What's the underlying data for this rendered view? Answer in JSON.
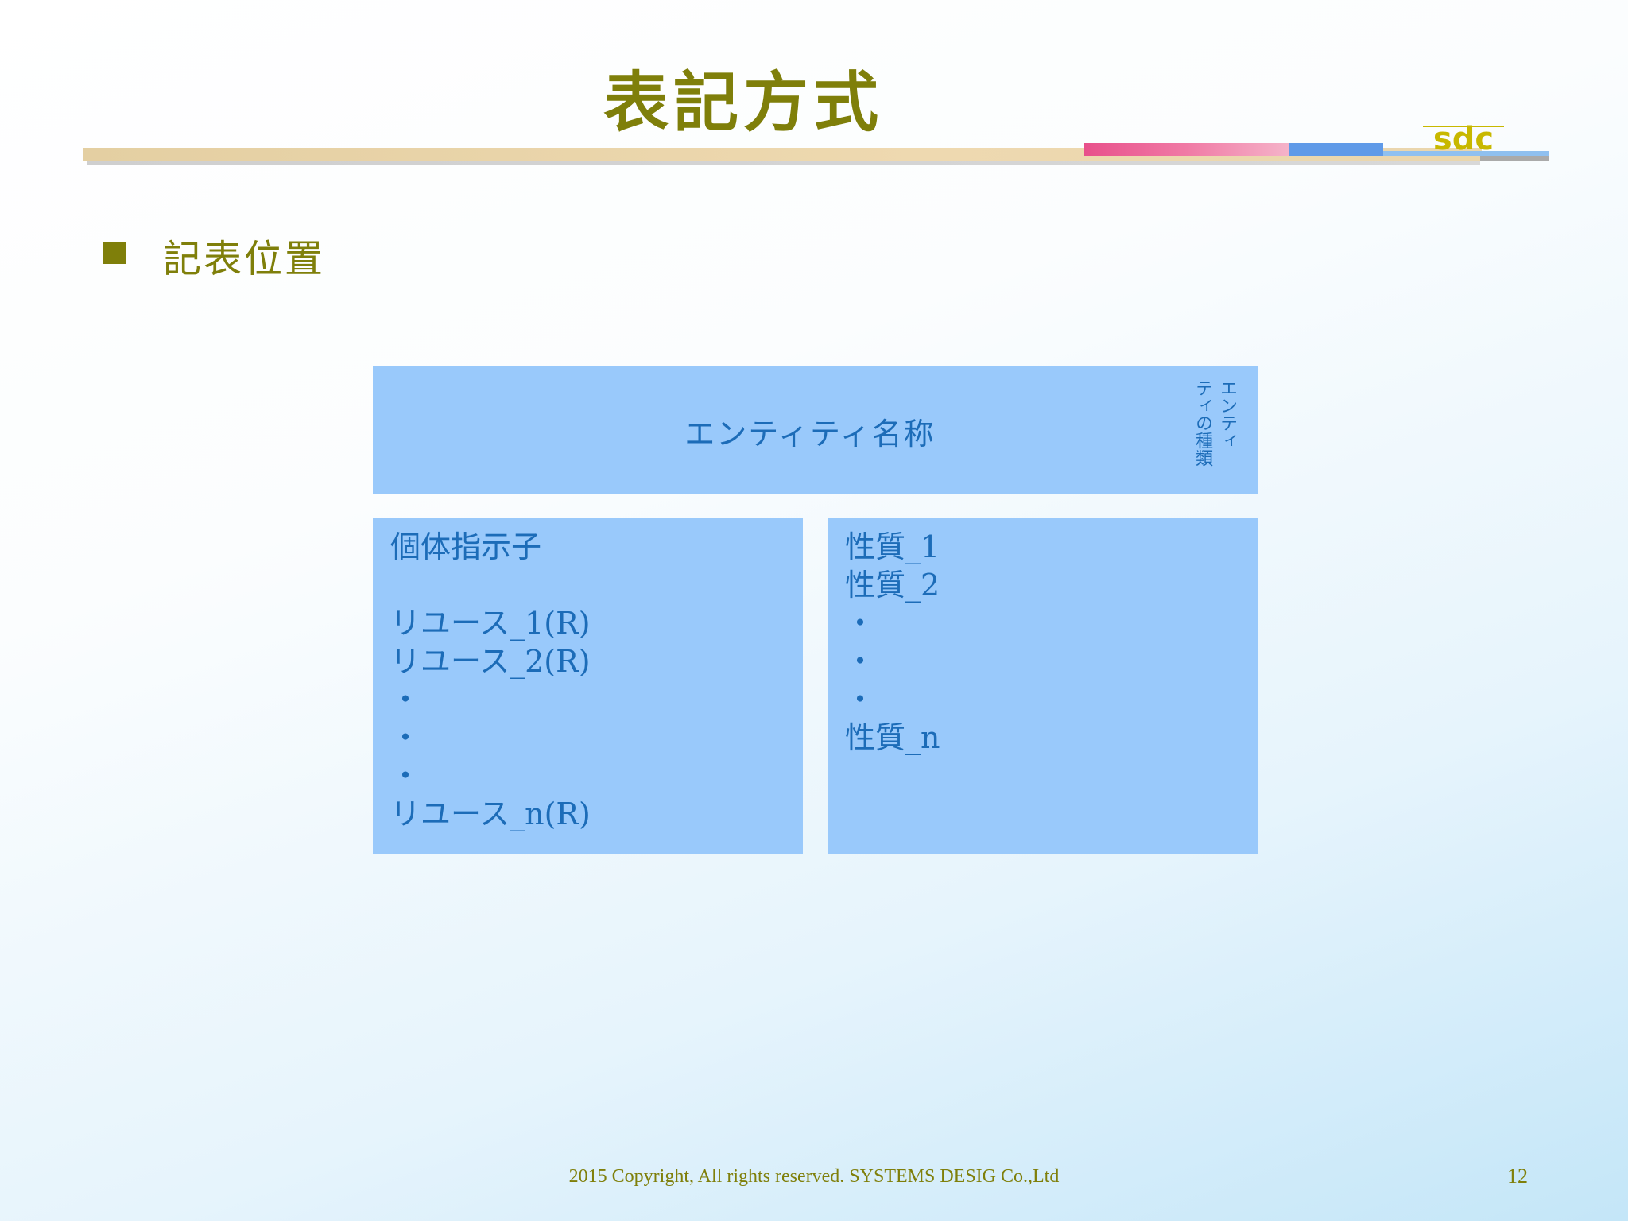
{
  "slide": {
    "title": "表記方式",
    "bullet": "記表位置",
    "logo_text": "sdc",
    "footer": "2015 Copyright, All rights reserved. SYSTEMS DESIG Co.,Ltd",
    "page_number": "12"
  },
  "entity": {
    "name": "エンティティ名称",
    "type_label_col1": "エンティ",
    "type_label_col2": "ティの種類"
  },
  "identifiers": {
    "lines": [
      "個体指示子",
      "",
      "リユース_1(R)",
      "リユース_2(R)",
      "・",
      "・",
      "・",
      "リユース_n(R)"
    ]
  },
  "attributes": {
    "lines": [
      "性質_1",
      "性質_2",
      "・",
      "・",
      "・",
      "性質_n"
    ]
  },
  "colors": {
    "title": "#7f7f0a",
    "box_fill": "#99c9fb",
    "box_text": "#1c6cb8"
  }
}
